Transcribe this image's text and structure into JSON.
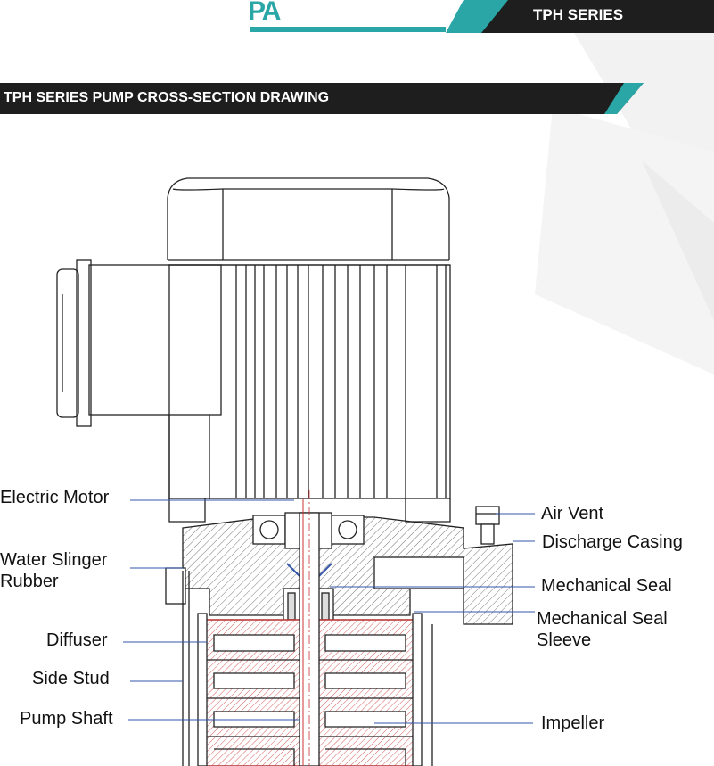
{
  "header": {
    "logo_text": "PA",
    "series_tag": "TPH SERIES",
    "section_title": "TPH SERIES PUMP CROSS-SECTION DRAWING"
  },
  "labels": {
    "electric_motor": "Electric Motor",
    "water_slinger_1": "Water Slinger",
    "water_slinger_2": "Rubber",
    "diffuser": "Diffuser",
    "side_stud": "Side Stud",
    "pump_shaft": "Pump Shaft",
    "air_vent": "Air Vent",
    "discharge_casing": "Discharge Casing",
    "mechanical_seal": "Mechanical Seal",
    "mech_seal_sleeve_1": "Mechanical Seal",
    "mech_seal_sleeve_2": "Sleeve",
    "impeller": "Impeller"
  },
  "colors": {
    "brand_teal": "#2aa6a6",
    "header_dark": "#1e1e1e",
    "line_blue": "#3355aa",
    "section_red": "#cc3333"
  }
}
